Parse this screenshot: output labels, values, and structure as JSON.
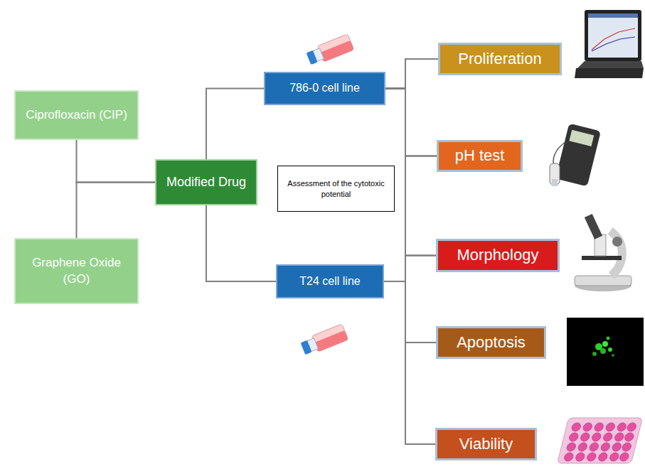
{
  "diagram": {
    "nodes": [
      {
        "text": [
          "Ciprofloxacin (CIP)"
        ]
      },
      {
        "text": [
          "Graphene Oxide (GO)"
        ]
      },
      {
        "text": [
          "Modified Drug"
        ]
      },
      {
        "text": [
          "786-0 cell line"
        ]
      },
      {
        "text": [
          "T24 cell line"
        ]
      },
      {
        "text": [
          "Proliferation"
        ]
      },
      {
        "text": [
          "pH test"
        ]
      },
      {
        "text": [
          "Morphology"
        ]
      },
      {
        "text": [
          "Apoptosis"
        ]
      },
      {
        "text": [
          "Viability"
        ]
      },
      {
        "text": [
          "Assessment of the cytotoxic potential"
        ]
      }
    ],
    "edges": [
      {
        "from": 0,
        "to": 2,
        "arrow": "none"
      },
      {
        "from": 1,
        "to": 2,
        "arrow": "none"
      },
      {
        "from": 2,
        "to": 3,
        "arrow": "none"
      },
      {
        "from": 2,
        "to": 4,
        "arrow": "none"
      },
      {
        "from": 3,
        "to": 5,
        "arrow": "none"
      },
      {
        "from": 3,
        "to": 6,
        "arrow": "none"
      },
      {
        "from": 3,
        "to": 7,
        "arrow": "none"
      },
      {
        "from": 3,
        "to": 8,
        "arrow": "none"
      },
      {
        "from": 3,
        "to": 9,
        "arrow": "none"
      },
      {
        "from": 4,
        "to": 5,
        "arrow": "none"
      },
      {
        "from": 4,
        "to": 6,
        "arrow": "none"
      },
      {
        "from": 4,
        "to": 7,
        "arrow": "none"
      },
      {
        "from": 4,
        "to": 8,
        "arrow": "none"
      },
      {
        "from": 4,
        "to": 9,
        "arrow": "none"
      }
    ]
  }
}
